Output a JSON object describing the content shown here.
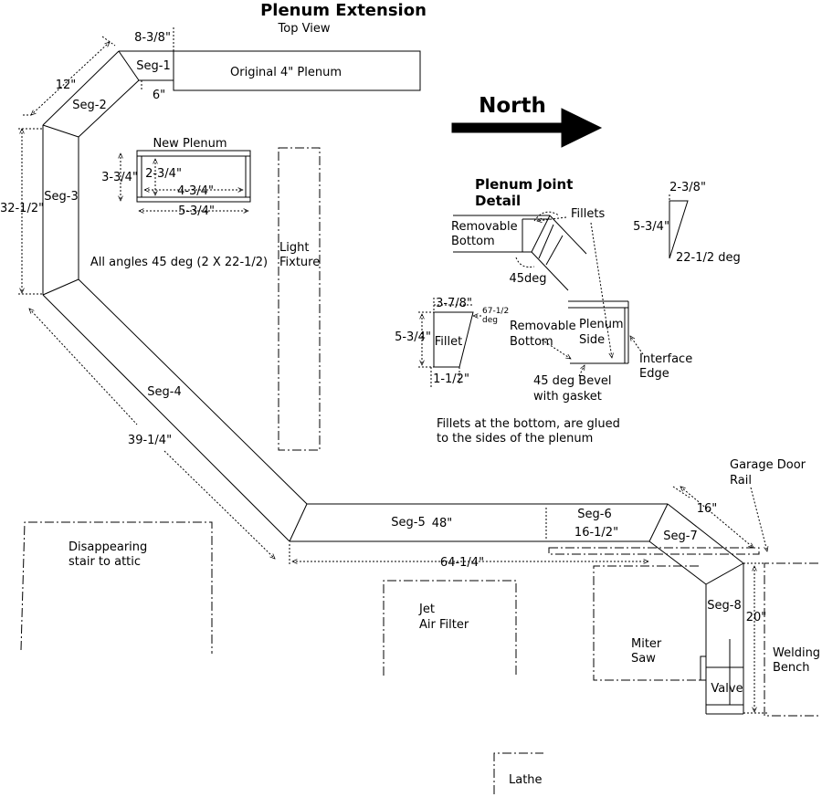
{
  "title": "Plenum Extension",
  "subtitle": "Top View",
  "north": "North",
  "segments": {
    "seg1": "Seg-1",
    "seg2": "Seg-2",
    "seg3": "Seg-3",
    "seg4": "Seg-4",
    "seg5": "Seg-5",
    "seg6": "Seg-6",
    "seg7": "Seg-7",
    "seg8": "Seg-8"
  },
  "dimensions": {
    "seg1_top": "8-3/8\"",
    "seg1_bottom": "6\"",
    "seg2": "12\"",
    "seg3": "32-1/2\"",
    "seg4": "39-1/4\"",
    "seg5": "48\"",
    "seg6": "16-1/2\"",
    "seg5_6_total": "64-1/4\"",
    "seg7": "16\"",
    "seg8": "20\""
  },
  "original_plenum": "Original 4\" Plenum",
  "new_plenum": {
    "label": "New Plenum",
    "outer_height": "3-3/4\"",
    "inner_height": "2-3/4\"",
    "inner_width": "4-3/4\"",
    "outer_width": "5-3/4\""
  },
  "angles_note": "All angles 45 deg (2 X 22-1/2)",
  "light_fixture": [
    "Light",
    "Fixture"
  ],
  "joint_detail": {
    "heading": [
      "Plenum Joint",
      "Detail"
    ],
    "removable_bottom": [
      "Removable",
      "Bottom"
    ],
    "fillets": "Fillets",
    "angle": "45deg",
    "removable_bottom2": [
      "Removable",
      "Bottom"
    ],
    "plenum_side": [
      "Plenum",
      "Side"
    ],
    "interface_edge": [
      "Interface",
      "Edge"
    ],
    "bevel": [
      "45 deg Bevel",
      "with gasket"
    ],
    "note": [
      "Fillets at the bottom, are glued",
      "to the sides of the plenum"
    ]
  },
  "fillet_detail": {
    "top": "3-7/8\"",
    "angle": [
      "67-1/2",
      "deg"
    ],
    "height": "5-3/4\"",
    "label": "Fillet",
    "bottom": "1-1/2\""
  },
  "triangle": {
    "top": "2-3/8\"",
    "height": "5-3/4\"",
    "angle": "22-1/2 deg"
  },
  "surroundings": {
    "stair": [
      "Disappearing",
      "stair to attic"
    ],
    "air_filter": [
      "Jet",
      "Air Filter"
    ],
    "miter_saw": [
      "Miter",
      "Saw"
    ],
    "valve": "Valve",
    "garage_rail": [
      "Garage Door",
      "Rail"
    ],
    "welding_bench": [
      "Welding",
      "Bench"
    ],
    "lathe": "Lathe"
  }
}
